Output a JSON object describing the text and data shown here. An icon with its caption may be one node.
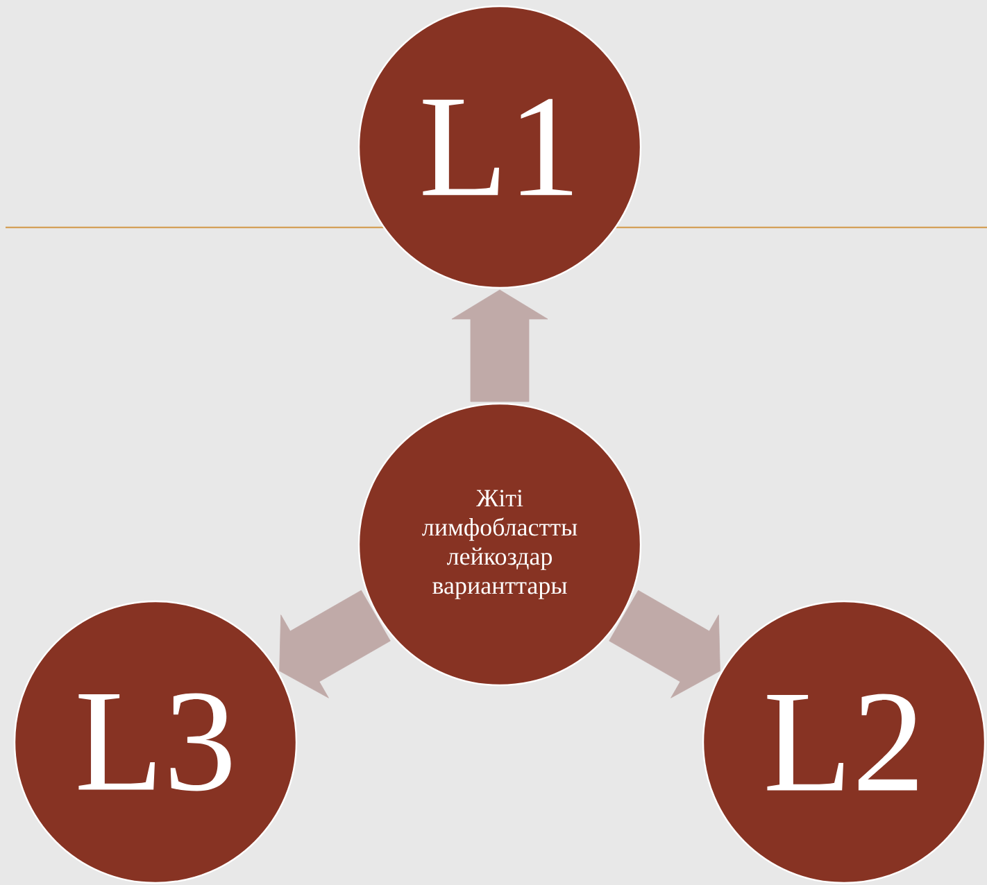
{
  "diagram": {
    "nodes": [
      {
        "text": [
          "L1"
        ]
      },
      {
        "text": [
          "Жіті лимфобластты лейкоздар варианттары"
        ]
      },
      {
        "text": [
          "L3"
        ]
      },
      {
        "text": [
          "L2"
        ]
      }
    ],
    "edges": [
      {
        "from": 1,
        "to": 0,
        "arrow": "to"
      },
      {
        "from": 1,
        "to": 3,
        "arrow": "to"
      },
      {
        "from": 1,
        "to": 2,
        "arrow": "to"
      }
    ]
  }
}
